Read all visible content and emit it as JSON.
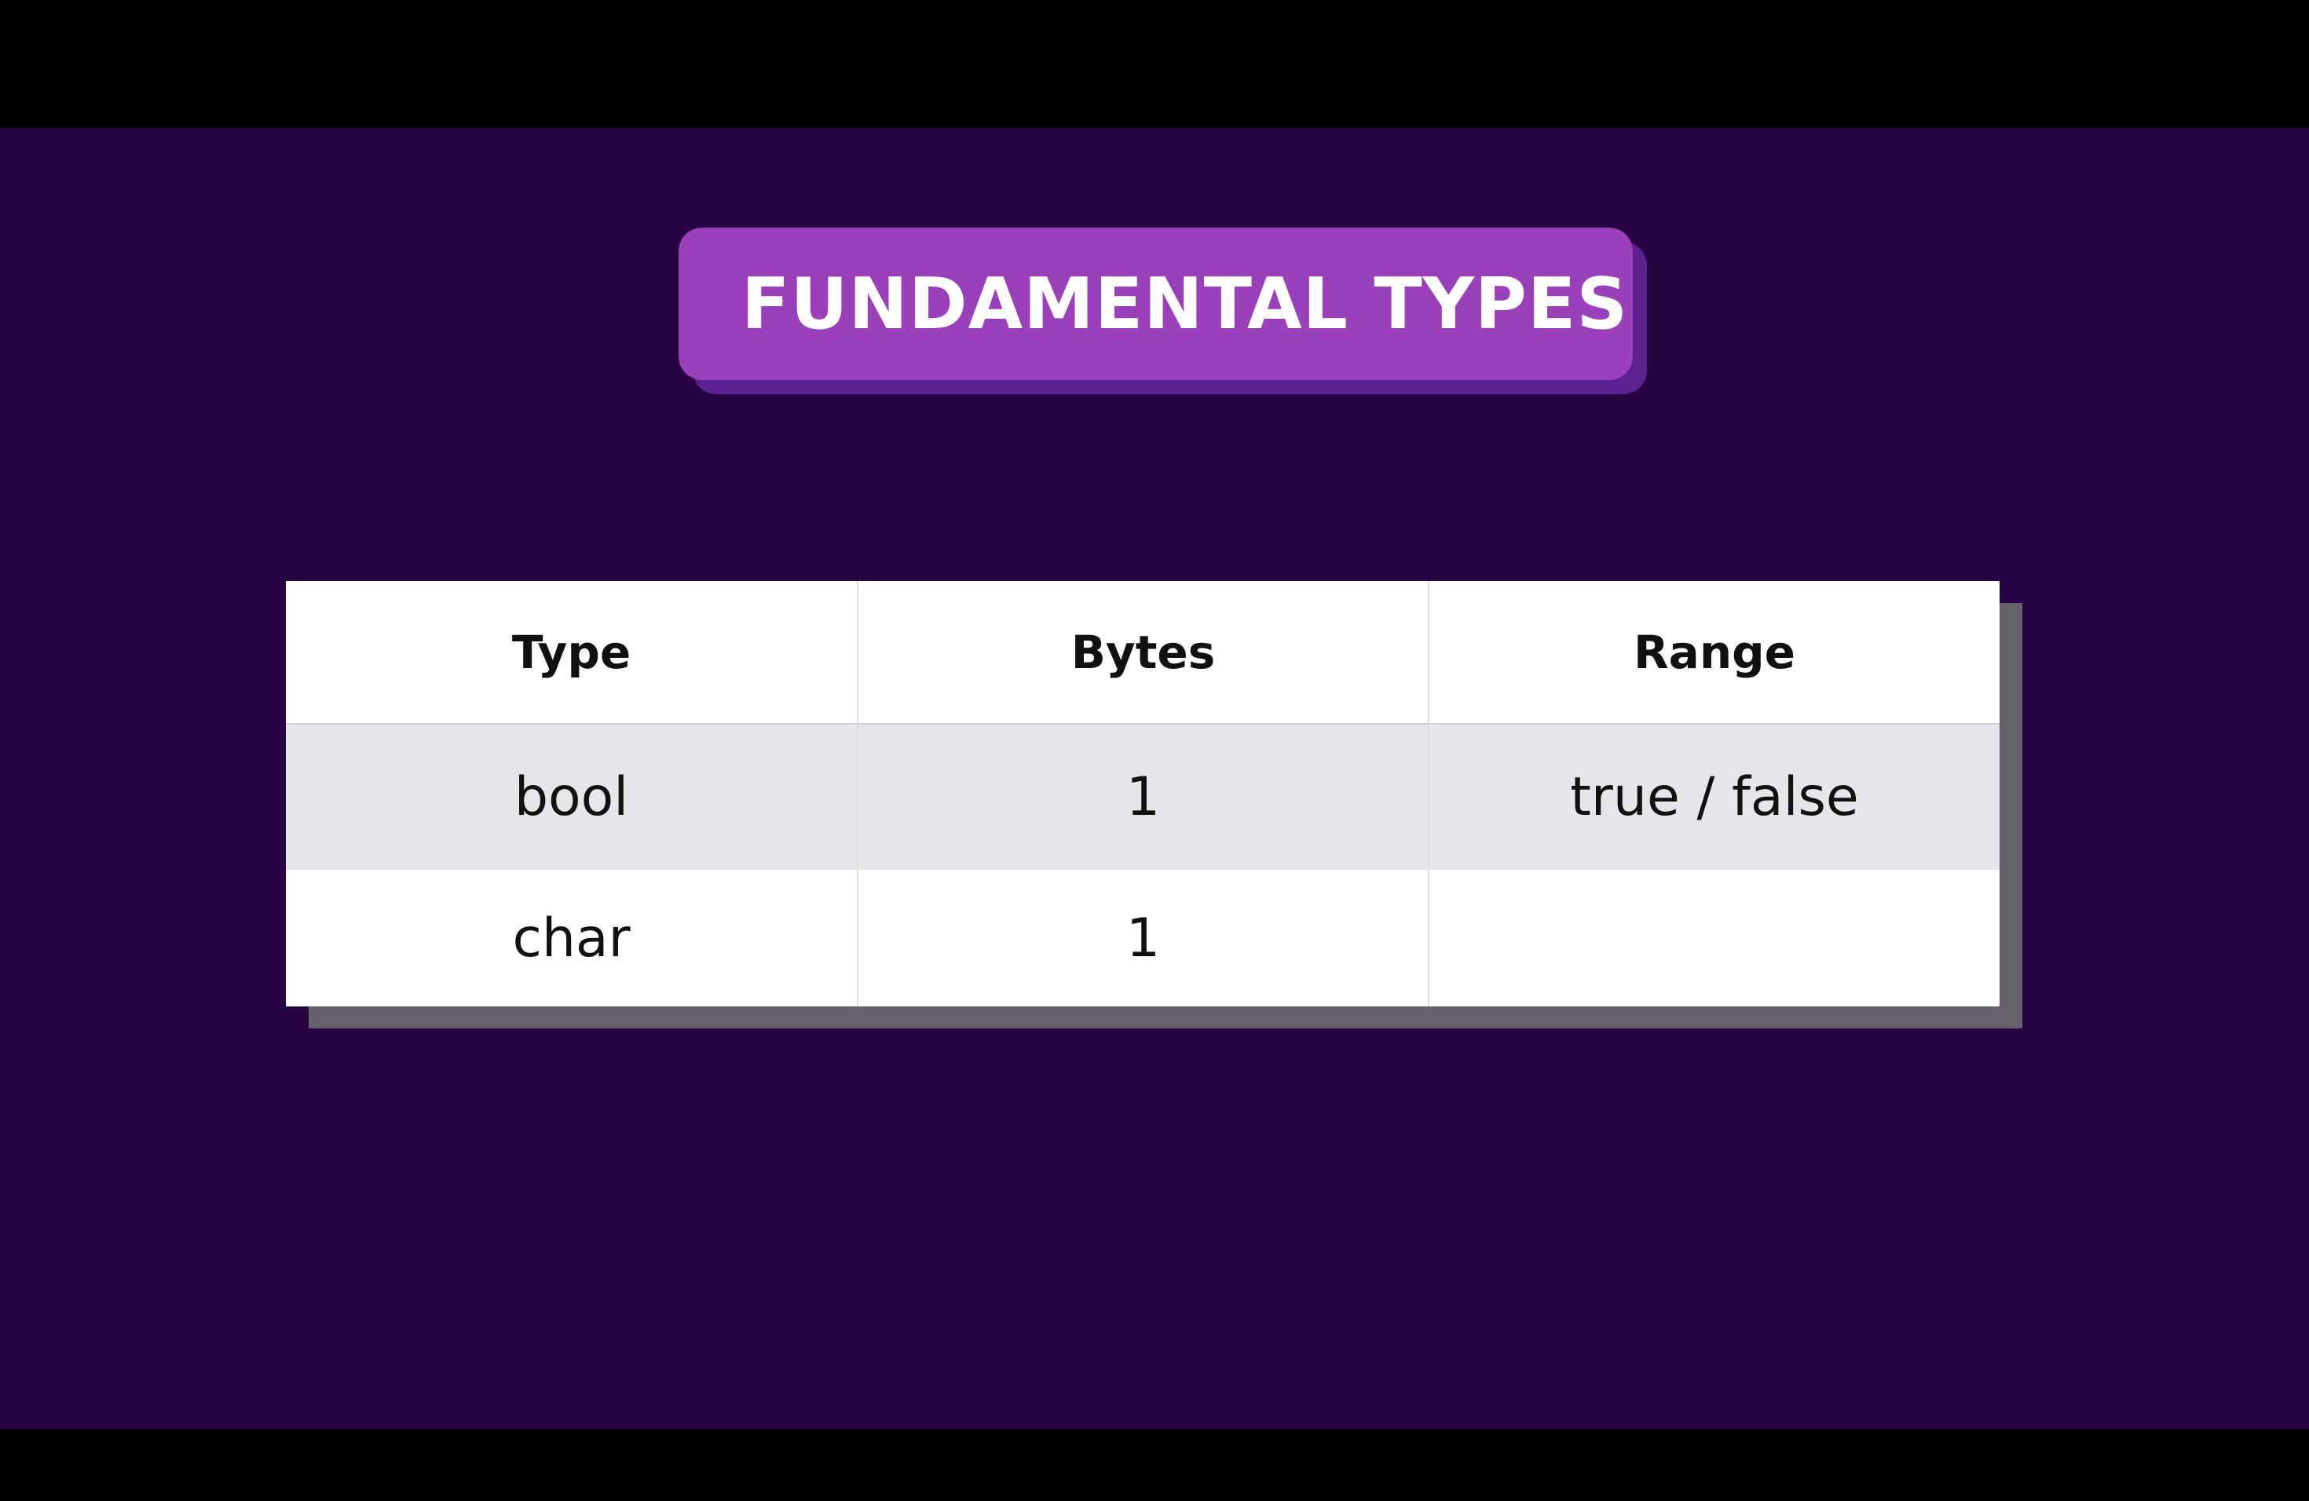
{
  "slide": {
    "title": "FUNDAMENTAL TYPES"
  },
  "table": {
    "headers": [
      "Type",
      "Bytes",
      "Range"
    ],
    "rows": [
      [
        "bool",
        "1",
        "true / false"
      ],
      [
        "char",
        "1",
        ""
      ]
    ]
  },
  "colors": {
    "letterbox": "#000000",
    "background": "#290445",
    "title_pill": "#9b40bb",
    "title_pill_shadow": "#5b2290",
    "table_shadow": "#67616b",
    "row_shaded": "#e5e6e9"
  }
}
